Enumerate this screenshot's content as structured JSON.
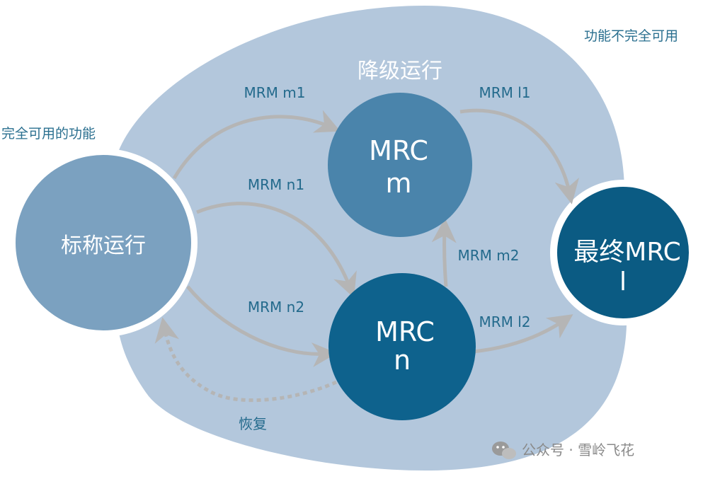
{
  "region": {
    "title": "降级运行"
  },
  "corner_labels": {
    "top_right": "功能不完全可用",
    "left": "完全可用的功能"
  },
  "nodes": {
    "nominal": {
      "label": "标称运行"
    },
    "mrc_m": {
      "line1": "MRC",
      "line2": "m"
    },
    "mrc_n": {
      "line1": "MRC",
      "line2": "n"
    },
    "final": {
      "line1": "最终MRC",
      "line2": "l"
    }
  },
  "edges": {
    "mrm_m1": "MRM m1",
    "mrm_n1": "MRM n1",
    "mrm_n2": "MRM n2",
    "mrm_m2": "MRM m2",
    "mrm_l1": "MRM l1",
    "mrm_l2": "MRM l2",
    "recover": "恢复"
  },
  "watermark": {
    "text": "公众号 · 雪岭飞花",
    "icon": "wechat-icon"
  },
  "colors": {
    "region_fill": "#b3c7dc",
    "nominal_fill": "#7ba1c0",
    "mrc_m_fill": "#4a84ab",
    "mrc_n_fill": "#0e628d",
    "final_fill": "#0b5b83",
    "arrow": "#b5b5b5",
    "label_text": "#236a8c"
  }
}
